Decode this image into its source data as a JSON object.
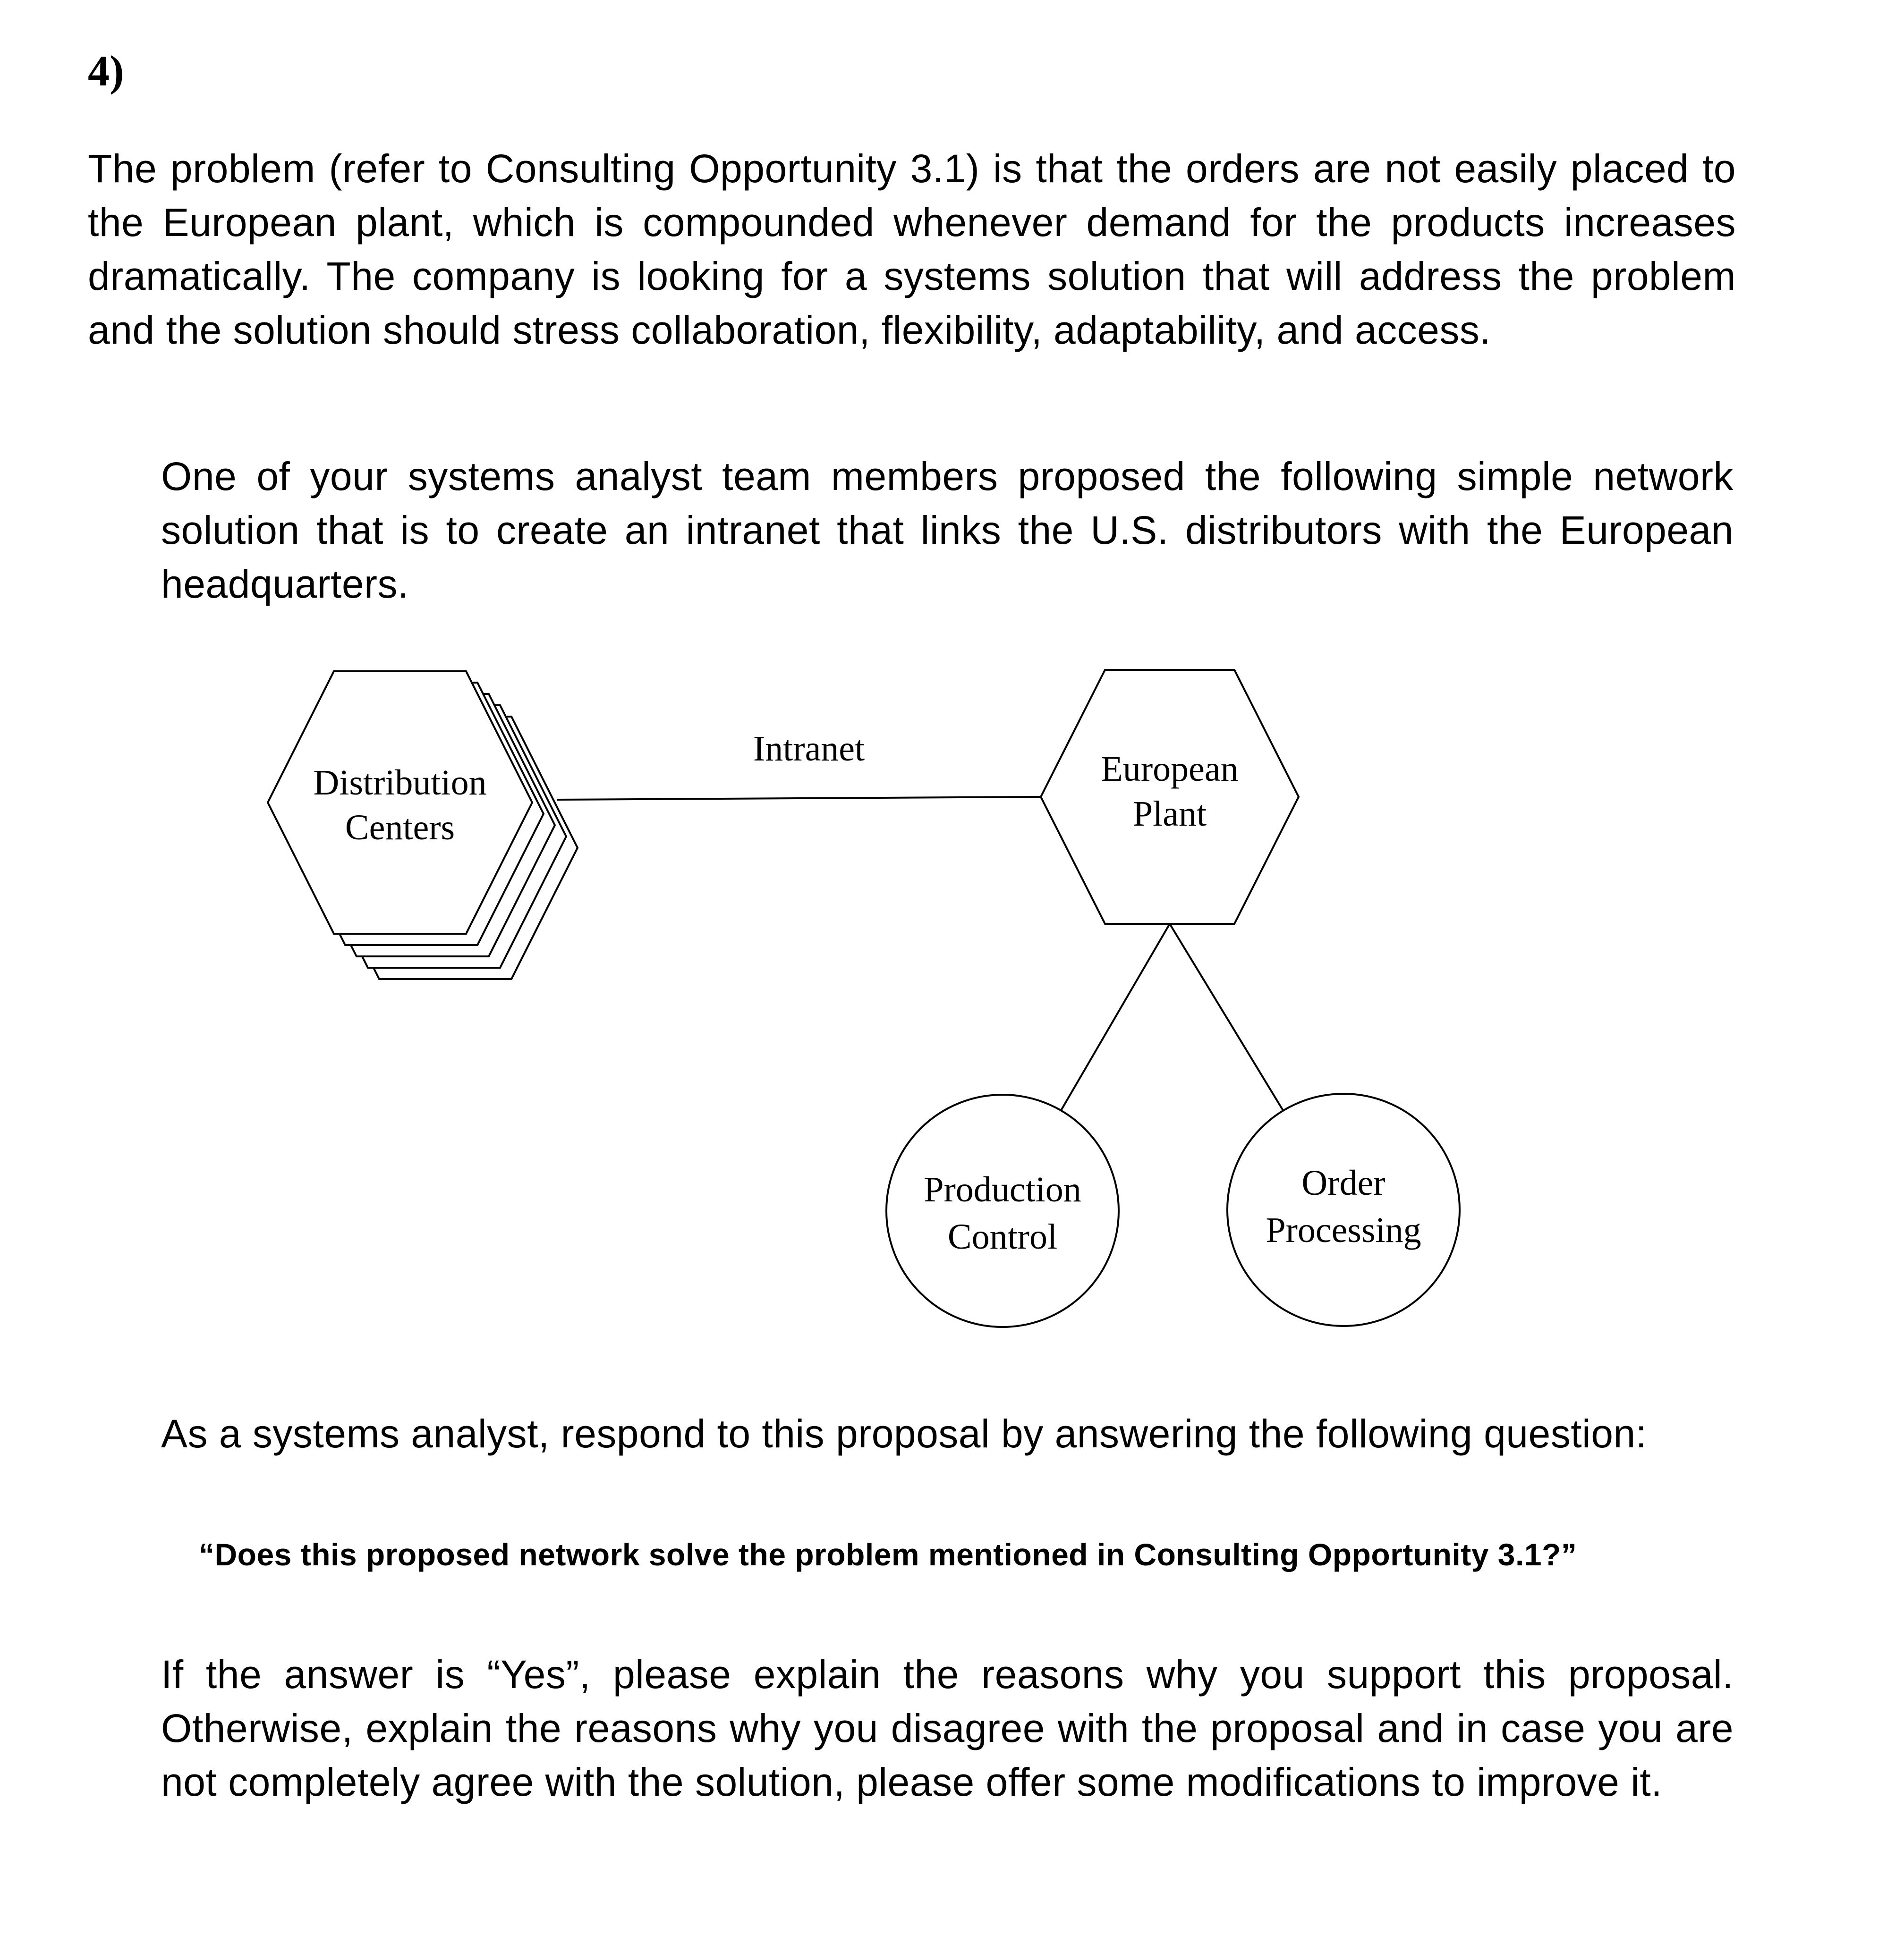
{
  "document": {
    "question_number": "4)",
    "problem_paragraph": "The problem (refer to Consulting Opportunity 3.1) is that the orders are not easily placed to the European plant, which is compounded whenever demand for the products increases dramatically. The company is looking for a systems solution that will address the problem and the solution should stress collaboration, flexibility, adaptability, and access.",
    "proposal_paragraph": "One of your systems analyst team members proposed the following simple network solution that is to create an intranet that links the U.S. distributors with the European headquarters.",
    "respond_paragraph": "As a systems analyst, respond to this proposal by answering the following question:",
    "question_quote": "“Does this proposed network solve the problem mentioned in Consulting Opportunity 3.1?”",
    "answer_paragraph": "If the answer is “Yes”, please explain the reasons why you support this proposal. Otherwise, explain the reasons why you disagree with the proposal and in case you are not completely agree with the solution, please offer some modifications to improve it."
  },
  "diagram": {
    "intranet_label": "Intranet",
    "nodes": {
      "distribution_centers": {
        "line1": "Distribution",
        "line2": "Centers"
      },
      "european_plant": {
        "line1": "European",
        "line2": "Plant"
      },
      "production_control": {
        "line1": "Production",
        "line2": "Control"
      },
      "order_processing": {
        "line1": "Order",
        "line2": "Processing"
      }
    }
  }
}
